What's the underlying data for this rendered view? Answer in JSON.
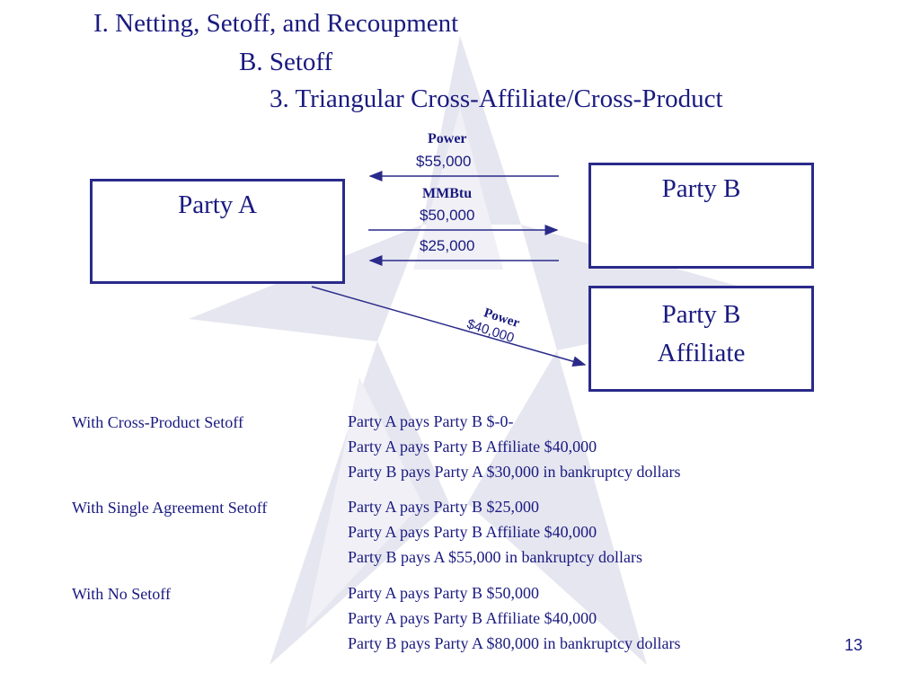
{
  "heading": {
    "line1": "I.  Netting, Setoff, and Recoupment",
    "line2": "B.  Setoff",
    "line3": "3.  Triangular Cross-Affiliate/Cross-Product"
  },
  "diagram": {
    "party_a": "Party A",
    "party_b": "Party B",
    "party_b_affiliate": [
      "Party B",
      "Affiliate"
    ],
    "transactions": [
      {
        "product": "Power",
        "amount": "$55,000",
        "direction": "Party B to Party A"
      },
      {
        "product": "MMBtu",
        "amount": "$50,000",
        "direction": "Party A to Party B"
      },
      {
        "product": "",
        "amount": "$25,000",
        "direction": "Party B to Party A"
      },
      {
        "product": "Power",
        "amount": "$40,000",
        "direction": "Party A to Party B Affiliate"
      }
    ],
    "line_color": "#2a2a8a"
  },
  "scenarios": [
    {
      "label": "With Cross-Product Setoff",
      "results": [
        "Party A pays Party B $-0-",
        "Party A pays Party B Affiliate $40,000",
        "Party B pays Party A $30,000 in bankruptcy dollars"
      ]
    },
    {
      "label": "With Single Agreement Setoff",
      "results": [
        "Party A pays Party B $25,000",
        "Party A pays Party B Affiliate $40,000",
        "Party B pays A $55,000 in bankruptcy dollars"
      ]
    },
    {
      "label": "With No Setoff",
      "results": [
        "Party A pays Party B $50,000",
        "Party A pays Party B Affiliate $40,000",
        "Party B pays Party A $80,000 in bankruptcy dollars"
      ]
    }
  ],
  "page_number": "13",
  "colors": {
    "text": "#1a1a80",
    "watermark": "#e4e4ee"
  }
}
